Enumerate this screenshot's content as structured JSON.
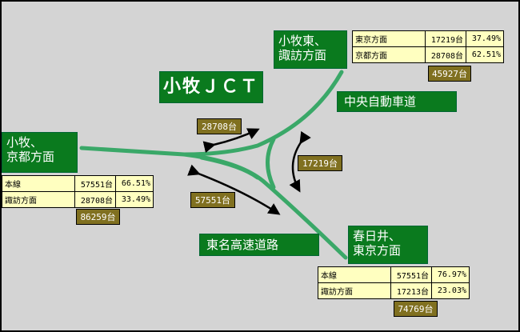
{
  "title": "小牧ＪＣＴ",
  "destinations": {
    "north": [
      "小牧東、",
      "諏訪方面"
    ],
    "west": [
      "小牧、",
      "京都方面"
    ],
    "south": [
      "春日井、",
      "東京方面"
    ]
  },
  "roads": {
    "chuo": "中央自動車道",
    "tomei": "東名高速道路"
  },
  "flows": {
    "west_to_north": "28708台",
    "north_to_south": "17219台",
    "west_to_south": "57551台"
  },
  "tables": {
    "north": {
      "rows": [
        {
          "label": "東京方面",
          "count": "17219台",
          "pct": "37.49%"
        },
        {
          "label": "京都方面",
          "count": "28708台",
          "pct": "62.51%"
        }
      ],
      "total": "45927台"
    },
    "west": {
      "rows": [
        {
          "label": "本線",
          "count": "57551台",
          "pct": "66.51%"
        },
        {
          "label": "諏訪方面",
          "count": "28708台",
          "pct": "33.49%"
        }
      ],
      "total": "86259台"
    },
    "south": {
      "rows": [
        {
          "label": "本線",
          "count": "57551台",
          "pct": "76.97%"
        },
        {
          "label": "諏訪方面",
          "count": "17213台",
          "pct": "23.03%"
        }
      ],
      "total": "74769台"
    }
  },
  "colors": {
    "background": "#d4d4d4",
    "road": "#3aa868",
    "label_green": "#0a7a1e",
    "volume_box": "#807020",
    "table_fill": "#ffffc0"
  }
}
